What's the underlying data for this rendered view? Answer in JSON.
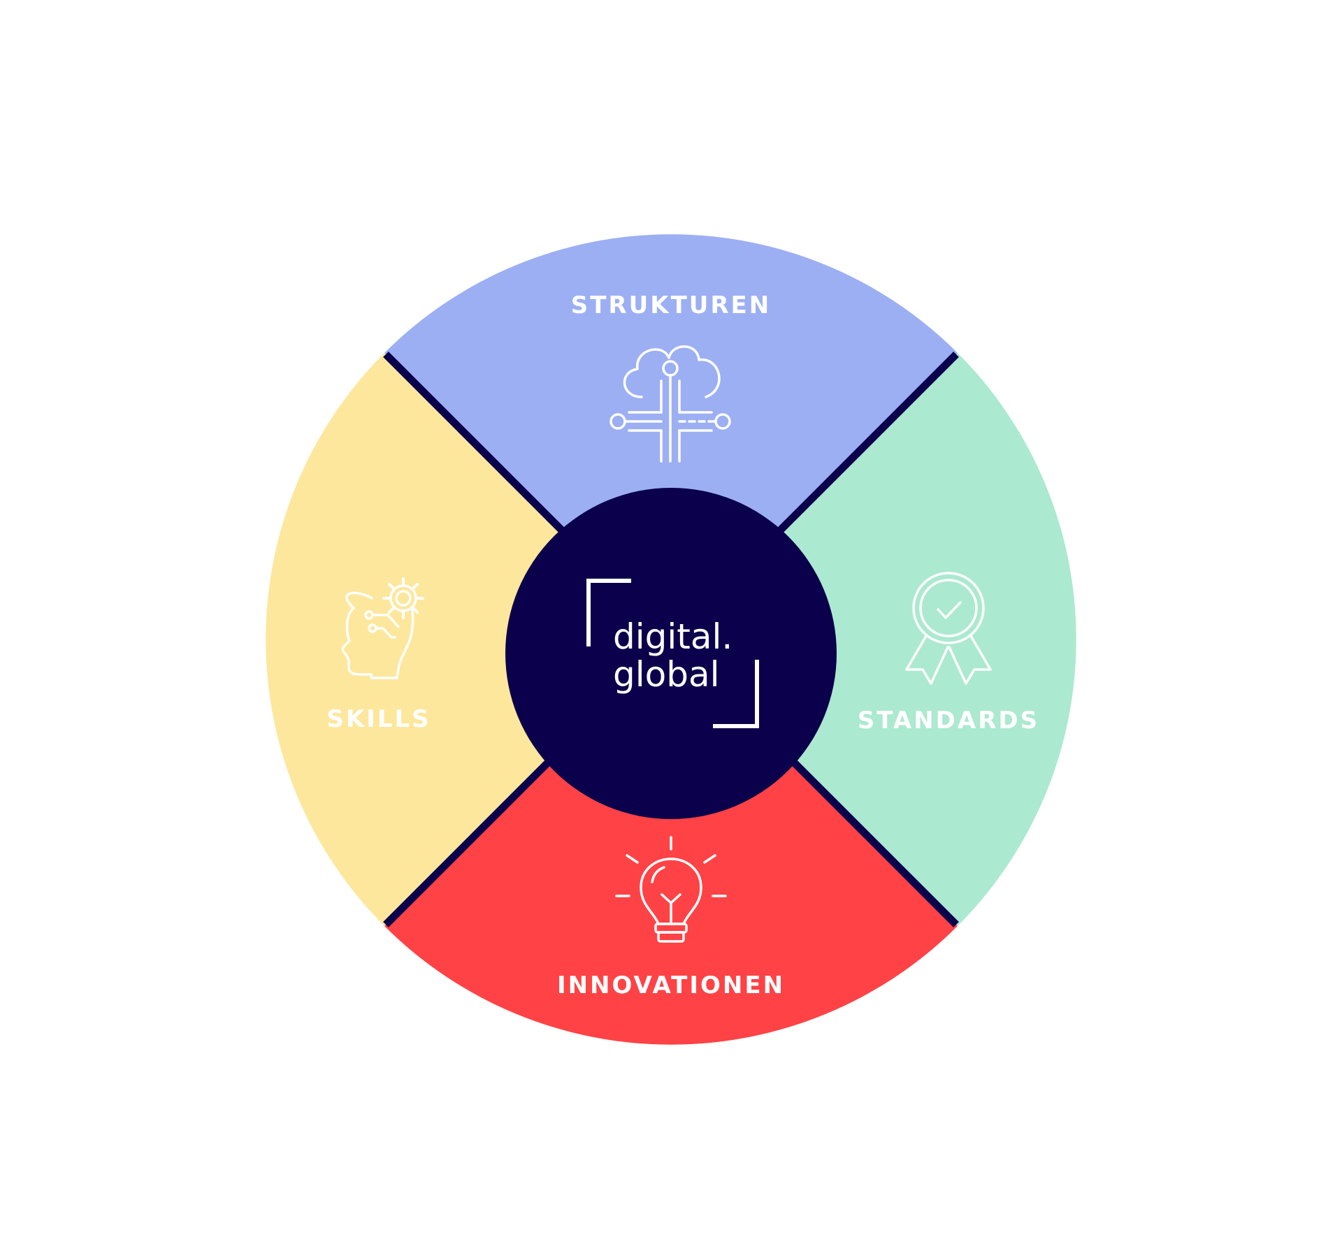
{
  "center": {
    "logo_line1": "digital.",
    "logo_line2": "global"
  },
  "segments": {
    "top": {
      "label": "STRUKTUREN",
      "icon": "cloud-network-icon",
      "color": "#9caff3"
    },
    "right": {
      "label": "STANDARDS",
      "icon": "award-badge-icon",
      "color": "#abe9d0"
    },
    "bottom": {
      "label": "INNOVATIONEN",
      "icon": "lightbulb-icon",
      "color": "#ff4245"
    },
    "left": {
      "label": "SKILLS",
      "icon": "head-gear-icon",
      "color": "#fde79c"
    }
  },
  "colors": {
    "divider": "#0b004b",
    "center": "#0b004b",
    "text": "#ffffff"
  }
}
